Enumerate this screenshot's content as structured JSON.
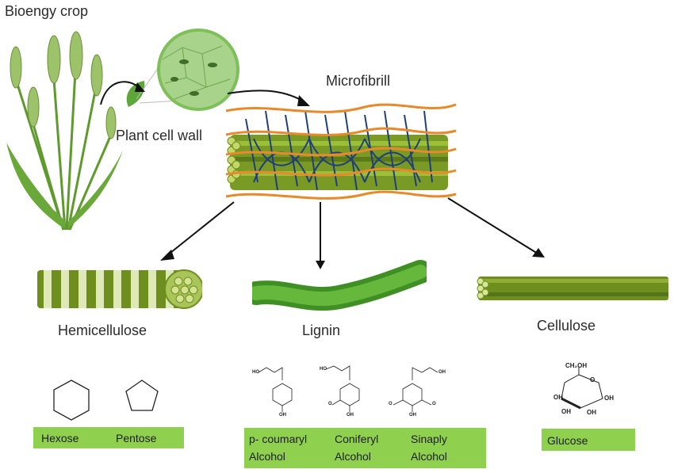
{
  "labels": {
    "crop": "Bioengy crop",
    "cell_wall": "Plant cell wall",
    "microfibril": "Microfibrill",
    "hemicellulose": "Hemicellulose",
    "lignin": "Lignin",
    "cellulose": "Cellulose"
  },
  "hemicellulose_box": {
    "items": [
      "Hexose",
      "Pentose"
    ]
  },
  "lignin_box": {
    "items": [
      {
        "line1": "p- coumaryl",
        "line2": "Alcohol"
      },
      {
        "line1": "Coniferyl",
        "line2": "Alcohol"
      },
      {
        "line1": "Sinaply",
        "line2": "Alcohol"
      }
    ]
  },
  "cellulose_box": {
    "items": [
      "Glucose"
    ]
  },
  "glucose_atoms": {
    "ch2oh": "CH₂OH",
    "o": "O",
    "oh": "OH"
  },
  "lignin_atoms": {
    "ho": "HO",
    "oh": "OH",
    "o": "O"
  },
  "colors": {
    "label_box": "#8fd14f",
    "fiber": "#6e8f1e",
    "orange_strand": "#e8892b",
    "blue_link": "#1f3f7a",
    "lignin": "#4fa52e"
  }
}
